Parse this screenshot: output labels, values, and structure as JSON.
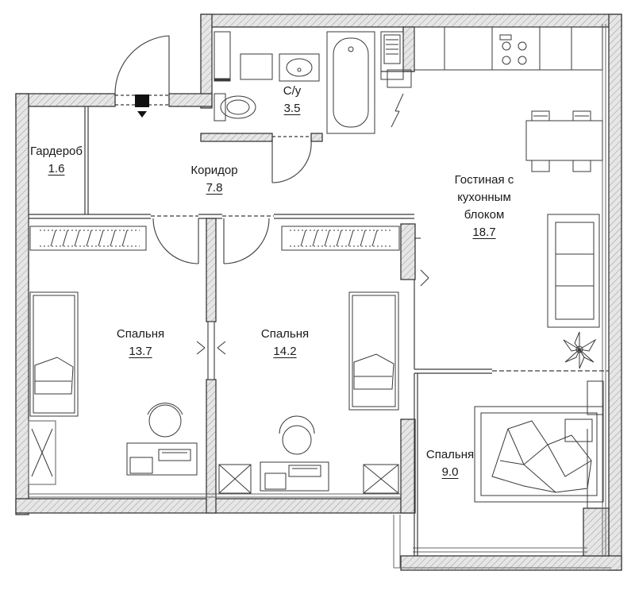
{
  "plan": {
    "rooms": [
      {
        "id": "wardrobe",
        "name": "Гардероб",
        "area": "1.6"
      },
      {
        "id": "corridor",
        "name": "Коридор",
        "area": "7.8"
      },
      {
        "id": "bathroom",
        "name": "С/у",
        "area": "3.5"
      },
      {
        "id": "living",
        "name_lines": [
          "Гостиная с",
          "кухонным",
          "блоком"
        ],
        "area": "18.7"
      },
      {
        "id": "bedroom1",
        "name": "Спальня",
        "area": "13.7"
      },
      {
        "id": "bedroom2",
        "name": "Спальня",
        "area": "14.2"
      },
      {
        "id": "bedroom3",
        "name": "Спальня",
        "area": "9.0"
      }
    ]
  },
  "colors": {
    "wall_fill": "#e2e2e2",
    "wall_stroke": "#2a2a2a",
    "line": "#3a3a3a",
    "entry_marker": "#111111"
  }
}
